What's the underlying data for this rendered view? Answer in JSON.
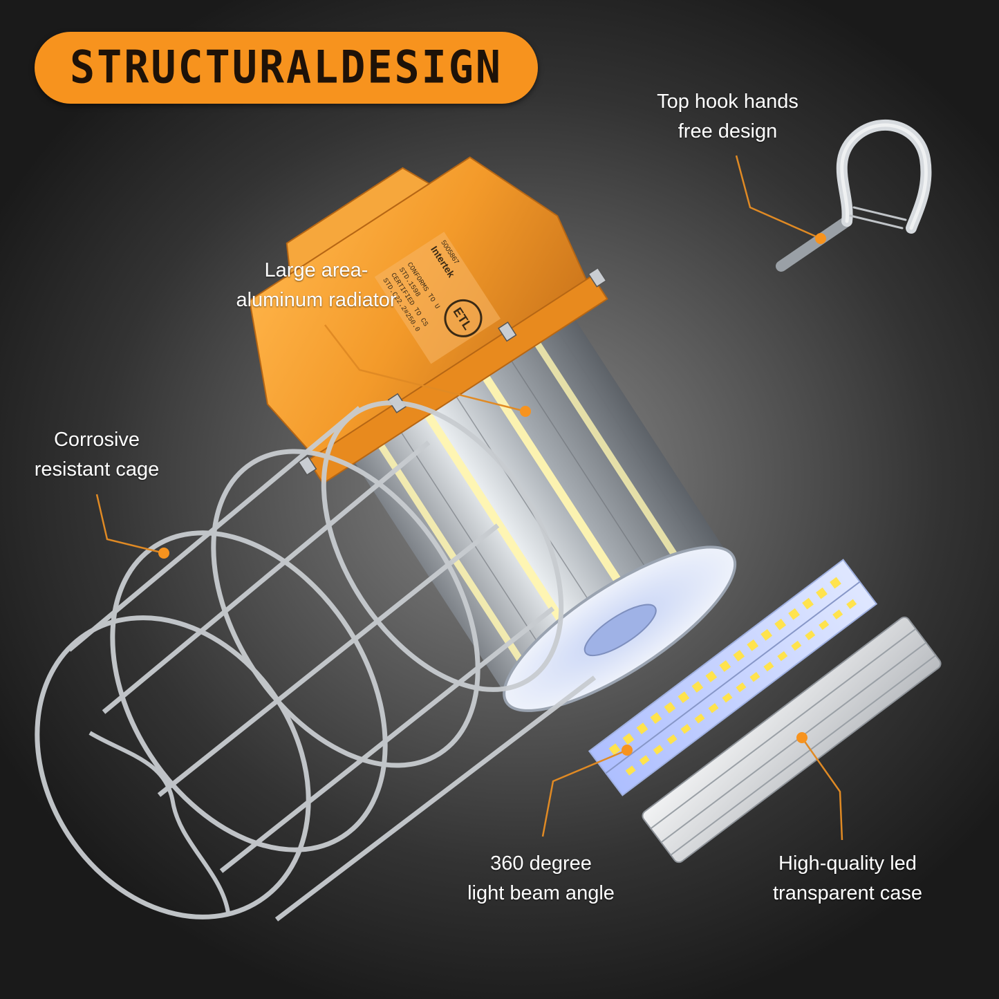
{
  "header": {
    "title": "STRUCTURALDESIGN",
    "background": "#f7931e",
    "text_color": "#1e1208"
  },
  "callouts": [
    {
      "id": "hook",
      "line1": "Top hook hands",
      "line2": "free design"
    },
    {
      "id": "radiator",
      "line1": "Large area-",
      "line2": "aluminum radiator"
    },
    {
      "id": "cage",
      "line1": "Corrosive",
      "line2": "resistant cage"
    },
    {
      "id": "beam",
      "line1": "360 degree",
      "line2": "light beam angle"
    },
    {
      "id": "case",
      "line1": "High-quality led",
      "line2": "transparent case"
    }
  ],
  "product_marking": {
    "brand": "Intertek",
    "cert_number": "5005867",
    "mark": "ETL",
    "text": [
      "CONFORMS TO U",
      "STD.1598",
      "CERTIFIED TO CS",
      "STD.C22.2#250.0"
    ]
  },
  "colors": {
    "accent": "#f7931e",
    "housing": "#f39a2a",
    "leader": "#e08a24",
    "led": "#fff6b0",
    "pcb": "#c8d6ff"
  }
}
